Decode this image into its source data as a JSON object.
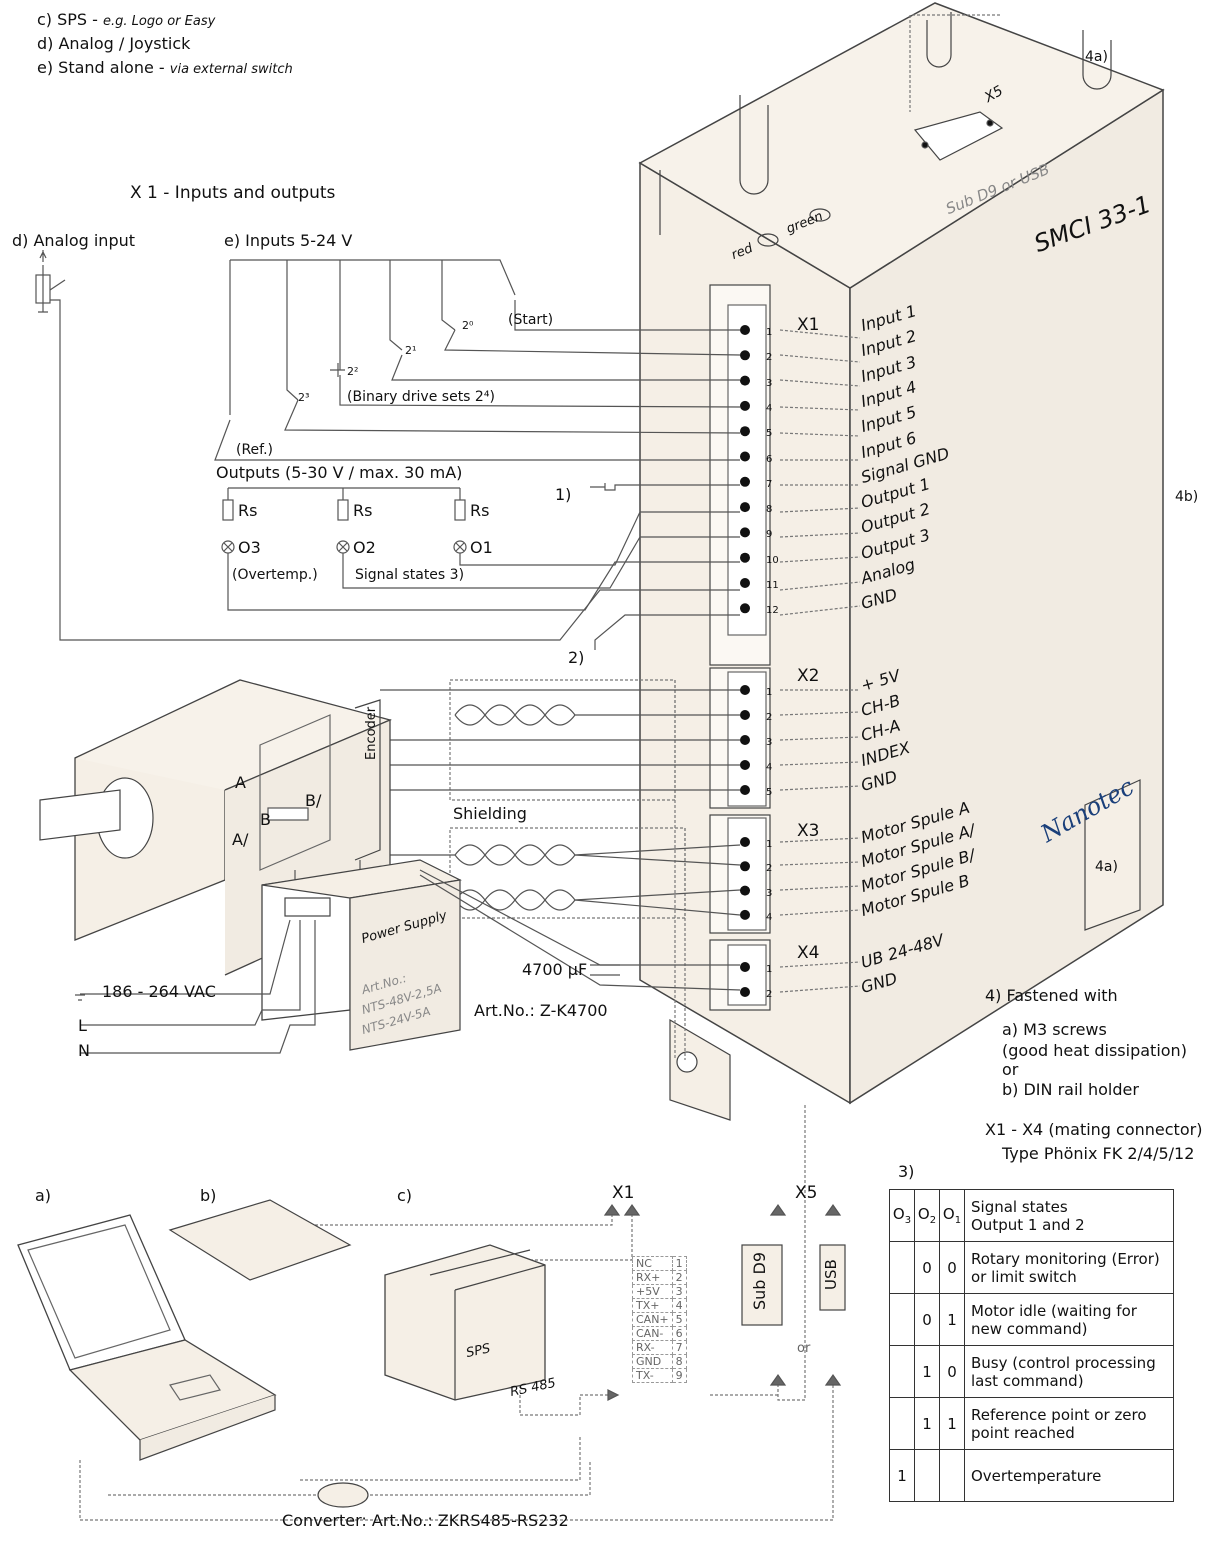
{
  "modes": {
    "c_prefix": "c) SPS - ",
    "c_note": "e.g. Logo or Easy",
    "d": "d) Analog / Joystick",
    "e_prefix": "e) Stand alone - ",
    "e_note": "via external switch"
  },
  "x1_title": "X 1 - Inputs and outputs",
  "analog_input_label": "d) Analog input",
  "inputs_label": "e) Inputs 5-24 V",
  "switch_labels": {
    "start": "(Start)",
    "b0": "2⁰",
    "b1": "2¹",
    "b2": "2²",
    "b3": "2³",
    "binary": "(Binary drive sets 2⁴)",
    "ref": "(Ref.)"
  },
  "outputs_label": "Outputs (5-30 V / max. 30 mA)",
  "resistor_label": "Rs",
  "lamps": [
    "O3",
    "O2",
    "O1"
  ],
  "overtemp_label": "(Overtemp.)",
  "signal_states_label": "Signal states 3)",
  "footnote_1": "1)",
  "footnote_2": "2)",
  "device": {
    "model": "SMCI 33-1",
    "connector_x5": "X5",
    "sub_d9": "Sub D9 or USB",
    "led_green": "green",
    "led_red": "red",
    "brand": "Nanotec",
    "mount_top": "4a)",
    "mount_bottom": "4a)",
    "side_label": "4b)"
  },
  "x1": {
    "name": "X1",
    "pins": [
      "1",
      "2",
      "3",
      "4",
      "5",
      "6",
      "7",
      "8",
      "9",
      "10",
      "11",
      "12"
    ],
    "signals": [
      "Input 1",
      "Input 2",
      "Input 3",
      "Input 4",
      "Input 5",
      "Input 6",
      "Signal GND",
      "Output 1",
      "Output 2",
      "Output 3",
      "Analog",
      "GND"
    ]
  },
  "x2": {
    "name": "X2",
    "pins": [
      "1",
      "2",
      "3",
      "4",
      "5"
    ],
    "signals": [
      "+ 5V",
      "CH-B",
      "CH-A",
      "INDEX",
      "GND"
    ]
  },
  "x3": {
    "name": "X3",
    "pins": [
      "1",
      "2",
      "3",
      "4"
    ],
    "signals": [
      "Motor Spule A",
      "Motor Spule A/",
      "Motor Spule B/",
      "Motor Spule B"
    ]
  },
  "x4": {
    "name": "X4",
    "pins": [
      "1",
      "2"
    ],
    "signals": [
      "UB 24-48V",
      "GND"
    ]
  },
  "motor": {
    "encoder": "Encoder",
    "a": "A",
    "a_bar": "A/",
    "b": "B",
    "b_bar": "B/"
  },
  "shielding_label": "Shielding",
  "capacitor": {
    "value": "4700 µF",
    "art": "Art.No.: Z-K4700"
  },
  "power": {
    "vac": "186 - 264 VAC",
    "l": "L",
    "n": "N",
    "title": "Power Supply",
    "art1": "Art.No.:",
    "art2": "NTS-48V-2,5A",
    "art3": "NTS-24V-5A",
    "terminals": "⏚ L N"
  },
  "fastened": {
    "title": "4) Fastened with",
    "a1": "a) M3 screws",
    "a2": "(good heat dissipation)",
    "or": "or",
    "b": "b) DIN rail holder",
    "mating": "X1 - X4  (mating connector)",
    "type": "Type Phönix FK 2/4/5/12"
  },
  "bottom": {
    "a": "a)",
    "b": "b)",
    "c": "c)",
    "x1": "X1",
    "x5": "X5",
    "sps": "SPS",
    "rs485": "RS 485",
    "sub_d9": "Sub D9",
    "usb": "USB",
    "or": "or",
    "converter": "Converter: Art.No.: ZKRS485-RS232",
    "pinout": [
      [
        "NC",
        "1"
      ],
      [
        "RX+",
        "2"
      ],
      [
        "+5V",
        "3"
      ],
      [
        "TX+",
        "4"
      ],
      [
        "CAN+",
        "5"
      ],
      [
        "CAN-",
        "6"
      ],
      [
        "RX-",
        "7"
      ],
      [
        "GND",
        "8"
      ],
      [
        "TX-",
        "9"
      ]
    ]
  },
  "signal_table": {
    "label": "3)",
    "header": [
      "O3",
      "O2",
      "O1",
      "Signal states\nOutput 1 and 2"
    ],
    "rows": [
      [
        "",
        "0",
        "0",
        "Rotary monitoring (Error) or limit switch"
      ],
      [
        "",
        "0",
        "1",
        "Motor idle (waiting for new command)"
      ],
      [
        "",
        "1",
        "0",
        "Busy (control processing last command)"
      ],
      [
        "",
        "1",
        "1",
        "Reference point or zero point reached"
      ],
      [
        "1",
        "",
        "",
        "Overtemperature"
      ]
    ]
  }
}
